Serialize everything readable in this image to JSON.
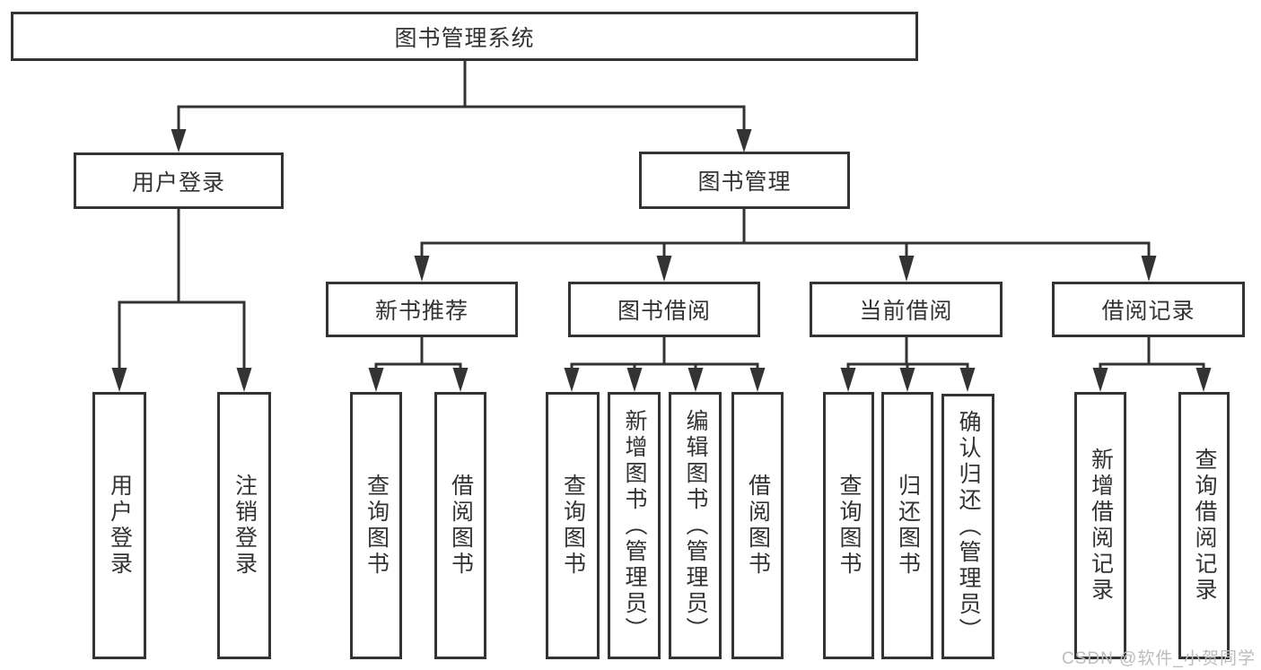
{
  "tree": {
    "root": "图书管理系统",
    "branches": [
      {
        "label": "用户登录",
        "children": [
          "用户登录",
          "注销登录"
        ]
      },
      {
        "label": "图书管理",
        "groups": [
          {
            "label": "新书推荐",
            "children": [
              "查询图书",
              "借阅图书"
            ]
          },
          {
            "label": "图书借阅",
            "children": [
              "查询图书",
              "新增图书（管理员）",
              "编辑图书（管理员）",
              "借阅图书"
            ]
          },
          {
            "label": "当前借阅",
            "children": [
              "查询图书",
              "归还图书",
              "确认归还（管理员）"
            ]
          },
          {
            "label": "借阅记录",
            "children": [
              "新增借阅记录",
              "查询借阅记录"
            ]
          }
        ]
      }
    ]
  },
  "watermark": {
    "text": "CSDN @软件_小贺同学"
  },
  "colors": {
    "line": "#333333",
    "text": "#333333",
    "box_background": "#ffffff",
    "watermark": "#bcbcbc",
    "background": "#ffffff"
  }
}
